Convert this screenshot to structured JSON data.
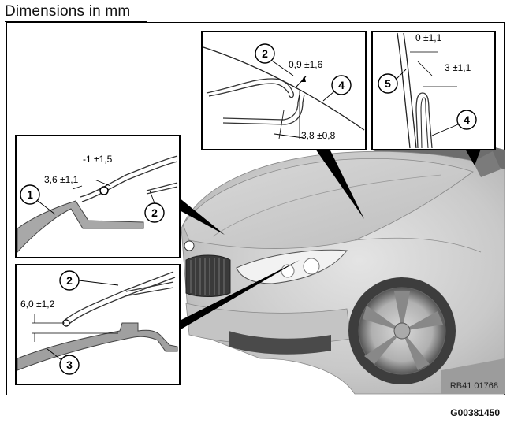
{
  "header": {
    "title": "Dimensions in mm"
  },
  "callouts": {
    "c1": "1",
    "c2a": "2",
    "c2b": "2",
    "c2c": "2",
    "c3": "3",
    "c4a": "4",
    "c4b": "4",
    "c5": "5"
  },
  "dimensions": {
    "d1": "-1 ±1,5",
    "d2": "3,6 ±1,1",
    "d3": "0,9 ±1,6",
    "d4": "3,8 ±0,8",
    "d5": "0 ±1,1",
    "d6": "3 ±1,1",
    "d7": "6,0 ±1,2"
  },
  "footer": {
    "ref_code": "RB41 01768",
    "doc_id": "G00381450"
  }
}
